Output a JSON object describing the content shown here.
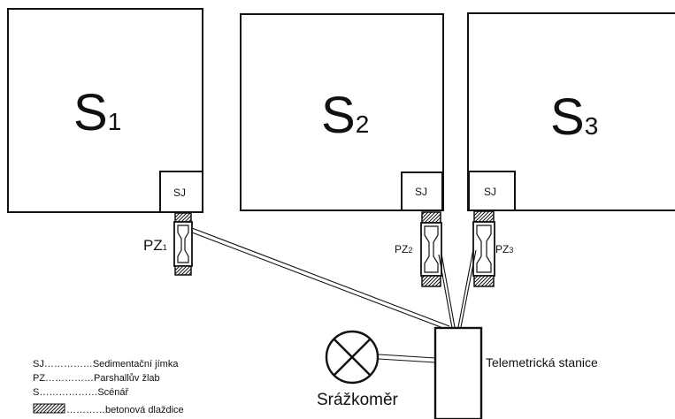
{
  "plots": [
    {
      "label": "S",
      "sub": "1"
    },
    {
      "label": "S",
      "sub": "2"
    },
    {
      "label": "S",
      "sub": "3"
    }
  ],
  "sumps": [
    {
      "label": "SJ"
    },
    {
      "label": "SJ"
    },
    {
      "label": "SJ"
    }
  ],
  "flumes": [
    {
      "label": "PZ",
      "sub": "1"
    },
    {
      "label": "PZ",
      "sub": "2"
    },
    {
      "label": "PZ",
      "sub": "3"
    }
  ],
  "station": {
    "label": "Telemetrická stanice"
  },
  "rain_gauge": {
    "label": "Srážkoměr"
  },
  "legend": [
    {
      "text": "SJ……………Sedimentační jímka"
    },
    {
      "text": "PZ……………Parshallův žlab"
    },
    {
      "text": "S………………Scénář"
    },
    {
      "text": "…………betonová dlaždice"
    }
  ],
  "colors": {
    "line": "#111111",
    "background": "#ffffff"
  }
}
